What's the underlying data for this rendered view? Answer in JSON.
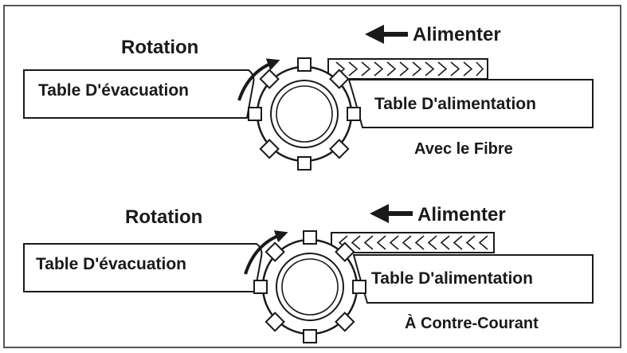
{
  "colors": {
    "ink": "#1a1a1a",
    "frame": "#555555",
    "fill": "#ffffff"
  },
  "panels": [
    {
      "rotation_label": "Rotation",
      "feed_label": "Alimenter",
      "discharge_table_label": "Table D'évacuation",
      "feed_table_label": "Table D'alimentation",
      "mode_label": "Avec le Fibre"
    },
    {
      "rotation_label": "Rotation",
      "feed_label": "Alimenter",
      "discharge_table_label": "Table D'évacuation",
      "feed_table_label": "Table D'alimentation",
      "mode_label": "À Contre-Courant"
    }
  ]
}
